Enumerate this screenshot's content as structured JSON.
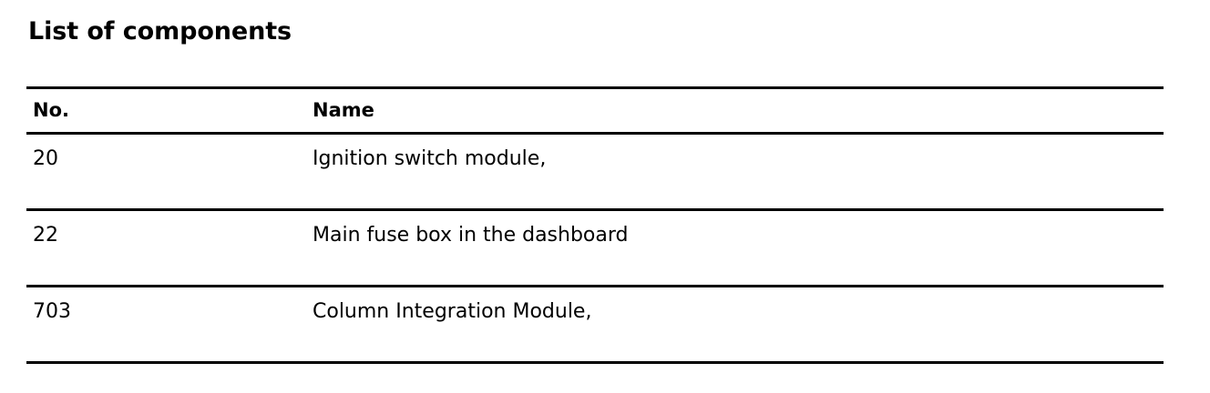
{
  "document": {
    "title": "List of components",
    "background_color": "#ffffff",
    "text_color": "#000000",
    "rule_color": "#000000"
  },
  "table": {
    "columns": [
      {
        "key": "no",
        "label": "No."
      },
      {
        "key": "name",
        "label": "Name"
      }
    ],
    "rows": [
      {
        "no": "20",
        "name": "Ignition switch module,"
      },
      {
        "no": "22",
        "name": "Main fuse box in the dashboard"
      },
      {
        "no": "703",
        "name": "Column Integration Module,"
      }
    ]
  }
}
